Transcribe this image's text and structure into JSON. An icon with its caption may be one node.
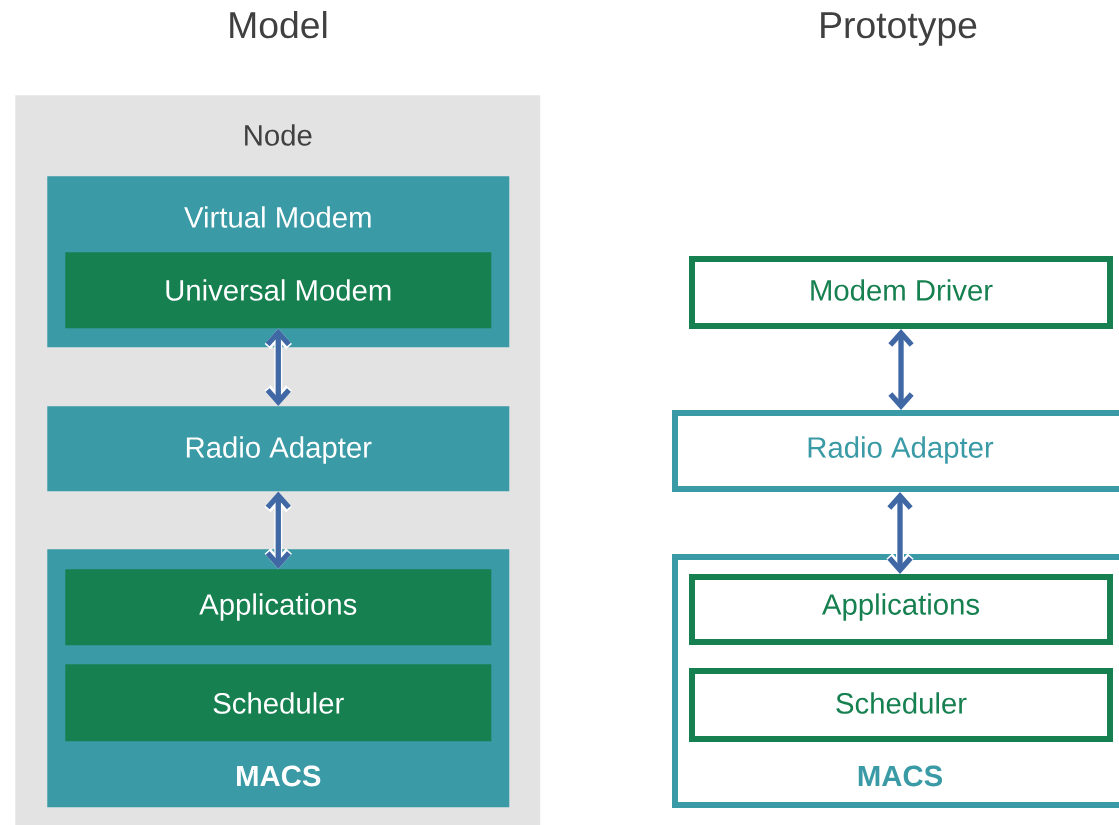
{
  "diagram": {
    "nodes": [
      {
        "text": [
          "Node"
        ]
      },
      {
        "text": [
          "Virtual Modem"
        ],
        "in": 0
      },
      {
        "text": [
          "Universal Modem"
        ],
        "in": 1
      },
      {
        "text": [
          "Radio Adapter"
        ],
        "in": 0
      },
      {
        "text": [
          "MACS"
        ],
        "in": 0
      },
      {
        "text": [
          "Applications"
        ],
        "in": 4
      },
      {
        "text": [
          "Scheduler"
        ],
        "in": 4
      },
      {
        "text": [
          "Modem Driver"
        ]
      },
      {
        "text": [
          "Radio Adapter"
        ]
      },
      {
        "text": [
          "MACS"
        ]
      },
      {
        "text": [
          "Applications"
        ],
        "in": 9
      },
      {
        "text": [
          "Scheduler"
        ],
        "in": 9
      }
    ],
    "edges": [
      {
        "from": 2,
        "to": 3,
        "arrow": "both"
      },
      {
        "from": 3,
        "to": 5,
        "arrow": "both"
      },
      {
        "from": 7,
        "to": 8,
        "arrow": "both"
      },
      {
        "from": 8,
        "to": 10,
        "arrow": "both"
      }
    ],
    "labels": [
      "Model",
      "Prototype"
    ]
  }
}
